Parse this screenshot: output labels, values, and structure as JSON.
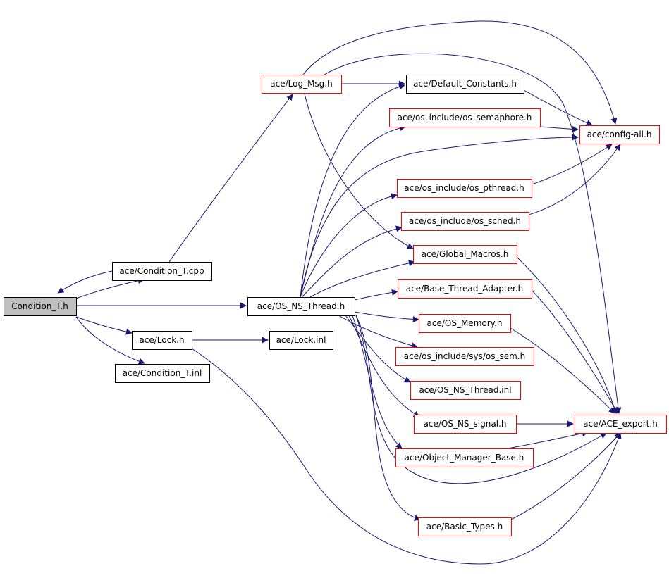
{
  "colors": {
    "edge": "#191970",
    "root_fill": "#bfbfbf",
    "plain_border": "#000000",
    "external_border": "#ff0000",
    "background": "#ffffff"
  },
  "nodes": [
    {
      "id": "condition_t_h",
      "label": "Condition_T.h",
      "kind": "root"
    },
    {
      "id": "condition_t_cpp",
      "label": "ace/Condition_T.cpp",
      "kind": "plain"
    },
    {
      "id": "log_msg_h",
      "label": "ace/Log_Msg.h",
      "kind": "external"
    },
    {
      "id": "default_constants_h",
      "label": "ace/Default_Constants.h",
      "kind": "plain"
    },
    {
      "id": "os_semaphore_h",
      "label": "ace/os_include/os_semaphore.h",
      "kind": "external"
    },
    {
      "id": "config_all_h",
      "label": "ace/config-all.h",
      "kind": "external"
    },
    {
      "id": "os_pthread_h",
      "label": "ace/os_include/os_pthread.h",
      "kind": "external"
    },
    {
      "id": "os_sched_h",
      "label": "ace/os_include/os_sched.h",
      "kind": "external"
    },
    {
      "id": "global_macros_h",
      "label": "ace/Global_Macros.h",
      "kind": "external"
    },
    {
      "id": "base_thread_adapter_h",
      "label": "ace/Base_Thread_Adapter.h",
      "kind": "external"
    },
    {
      "id": "os_ns_thread_h",
      "label": "ace/OS_NS_Thread.h",
      "kind": "plain"
    },
    {
      "id": "os_memory_h",
      "label": "ace/OS_Memory.h",
      "kind": "external"
    },
    {
      "id": "lock_h",
      "label": "ace/Lock.h",
      "kind": "plain"
    },
    {
      "id": "lock_inl",
      "label": "ace/Lock.inl",
      "kind": "plain"
    },
    {
      "id": "os_sem_h",
      "label": "ace/os_include/sys/os_sem.h",
      "kind": "external"
    },
    {
      "id": "condition_t_inl",
      "label": "ace/Condition_T.inl",
      "kind": "plain"
    },
    {
      "id": "os_ns_thread_inl",
      "label": "ace/OS_NS_Thread.inl",
      "kind": "external"
    },
    {
      "id": "os_ns_signal_h",
      "label": "ace/OS_NS_signal.h",
      "kind": "external"
    },
    {
      "id": "ace_export_h",
      "label": "ace/ACE_export.h",
      "kind": "external"
    },
    {
      "id": "object_manager_base_h",
      "label": "ace/Object_Manager_Base.h",
      "kind": "external"
    },
    {
      "id": "basic_types_h",
      "label": "ace/Basic_Types.h",
      "kind": "external"
    }
  ],
  "edges": [
    {
      "from": "condition_t_h",
      "to": "condition_t_cpp"
    },
    {
      "from": "condition_t_cpp",
      "to": "condition_t_h"
    },
    {
      "from": "condition_t_cpp",
      "to": "log_msg_h"
    },
    {
      "from": "condition_t_h",
      "to": "os_ns_thread_h"
    },
    {
      "from": "condition_t_h",
      "to": "lock_h"
    },
    {
      "from": "condition_t_h",
      "to": "condition_t_inl"
    },
    {
      "from": "log_msg_h",
      "to": "default_constants_h"
    },
    {
      "from": "log_msg_h",
      "to": "config_all_h"
    },
    {
      "from": "log_msg_h",
      "to": "global_macros_h"
    },
    {
      "from": "log_msg_h",
      "to": "ace_export_h"
    },
    {
      "from": "default_constants_h",
      "to": "config_all_h"
    },
    {
      "from": "os_semaphore_h",
      "to": "config_all_h"
    },
    {
      "from": "os_pthread_h",
      "to": "config_all_h"
    },
    {
      "from": "os_sched_h",
      "to": "config_all_h"
    },
    {
      "from": "global_macros_h",
      "to": "ace_export_h"
    },
    {
      "from": "base_thread_adapter_h",
      "to": "ace_export_h"
    },
    {
      "from": "os_memory_h",
      "to": "ace_export_h"
    },
    {
      "from": "os_ns_signal_h",
      "to": "ace_export_h"
    },
    {
      "from": "object_manager_base_h",
      "to": "ace_export_h"
    },
    {
      "from": "basic_types_h",
      "to": "ace_export_h"
    },
    {
      "from": "lock_h",
      "to": "lock_inl"
    },
    {
      "from": "lock_h",
      "to": "ace_export_h"
    },
    {
      "from": "os_ns_thread_h",
      "to": "default_constants_h"
    },
    {
      "from": "os_ns_thread_h",
      "to": "os_semaphore_h"
    },
    {
      "from": "os_ns_thread_h",
      "to": "config_all_h"
    },
    {
      "from": "os_ns_thread_h",
      "to": "os_pthread_h"
    },
    {
      "from": "os_ns_thread_h",
      "to": "os_sched_h"
    },
    {
      "from": "os_ns_thread_h",
      "to": "global_macros_h"
    },
    {
      "from": "os_ns_thread_h",
      "to": "base_thread_adapter_h"
    },
    {
      "from": "os_ns_thread_h",
      "to": "os_memory_h"
    },
    {
      "from": "os_ns_thread_h",
      "to": "os_sem_h"
    },
    {
      "from": "os_ns_thread_h",
      "to": "os_ns_thread_inl"
    },
    {
      "from": "os_ns_thread_h",
      "to": "os_ns_signal_h"
    },
    {
      "from": "os_ns_thread_h",
      "to": "object_manager_base_h"
    },
    {
      "from": "os_ns_thread_h",
      "to": "ace_export_h"
    },
    {
      "from": "os_ns_thread_h",
      "to": "basic_types_h"
    }
  ]
}
